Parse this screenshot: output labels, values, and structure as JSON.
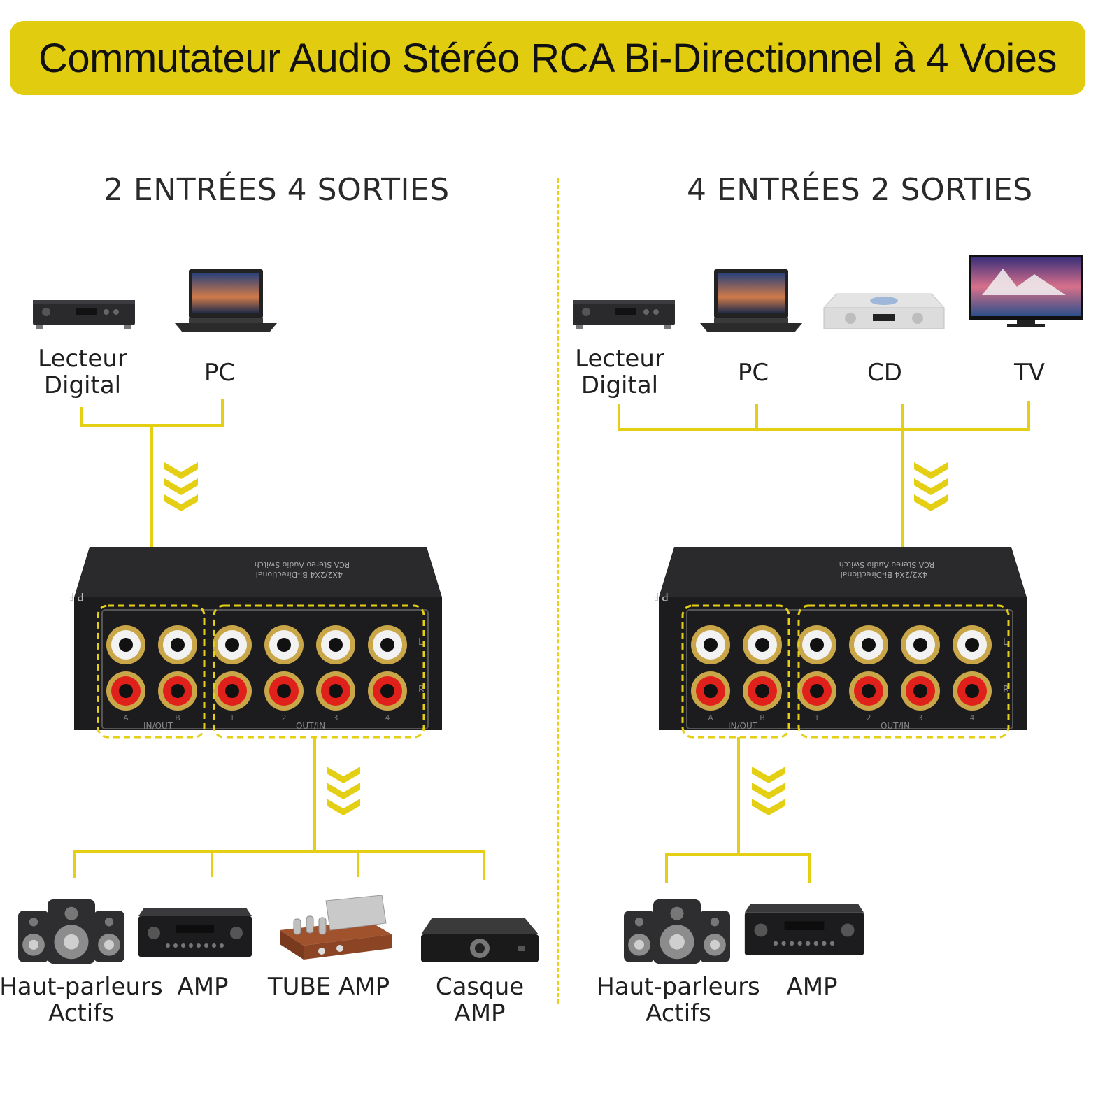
{
  "banner": {
    "title": "Commutateur Audio Stéréo RCA Bi-Directionnel à 4 Voies"
  },
  "left": {
    "title": "2 ENTRÉES 4 SORTIES",
    "inputs": [
      {
        "line1": "Lecteur",
        "line2": "Digital",
        "icon": "digital-player-icon"
      },
      {
        "line1": "PC",
        "line2": "",
        "icon": "laptop-icon"
      }
    ],
    "outputs": [
      {
        "line1": "Haut-parleurs",
        "line2": "Actifs",
        "icon": "speakers-icon"
      },
      {
        "line1": "AMP",
        "line2": "",
        "icon": "amplifier-icon"
      },
      {
        "line1": "TUBE AMP",
        "line2": "",
        "icon": "tube-amp-icon"
      },
      {
        "line1": "Casque",
        "line2": "AMP",
        "icon": "headphone-amp-icon"
      }
    ]
  },
  "right": {
    "title": "4 ENTRÉES 2 SORTIES",
    "inputs": [
      {
        "line1": "Lecteur",
        "line2": "Digital",
        "icon": "digital-player-icon"
      },
      {
        "line1": "PC",
        "line2": "",
        "icon": "laptop-icon"
      },
      {
        "line1": "CD",
        "line2": "",
        "icon": "cd-player-icon"
      },
      {
        "line1": "TV",
        "line2": "",
        "icon": "tv-icon"
      }
    ],
    "outputs": [
      {
        "line1": "Haut-parleurs",
        "line2": "Actifs",
        "icon": "speakers-icon"
      },
      {
        "line1": "AMP",
        "line2": "",
        "icon": "amplifier-icon"
      }
    ]
  },
  "switch_box": {
    "brand": "PROZOR",
    "model": "4X2/2X4 Bi-Directional",
    "subtitle": "RCA Stereo Audio Switch",
    "group_a_label": "IN/OUT",
    "group_b_label": "OUT/IN",
    "ports_a": [
      "A",
      "B"
    ],
    "ports_b": [
      "1",
      "2",
      "3",
      "4"
    ],
    "channel_l": "L",
    "channel_r": "R"
  },
  "colors": {
    "accent": "#e4cf14",
    "banner": "#e2cc10",
    "box": "#1c1c1e",
    "rca_white": "#f2f2f2",
    "rca_red": "#e0211b",
    "gold": "#c9a648"
  }
}
